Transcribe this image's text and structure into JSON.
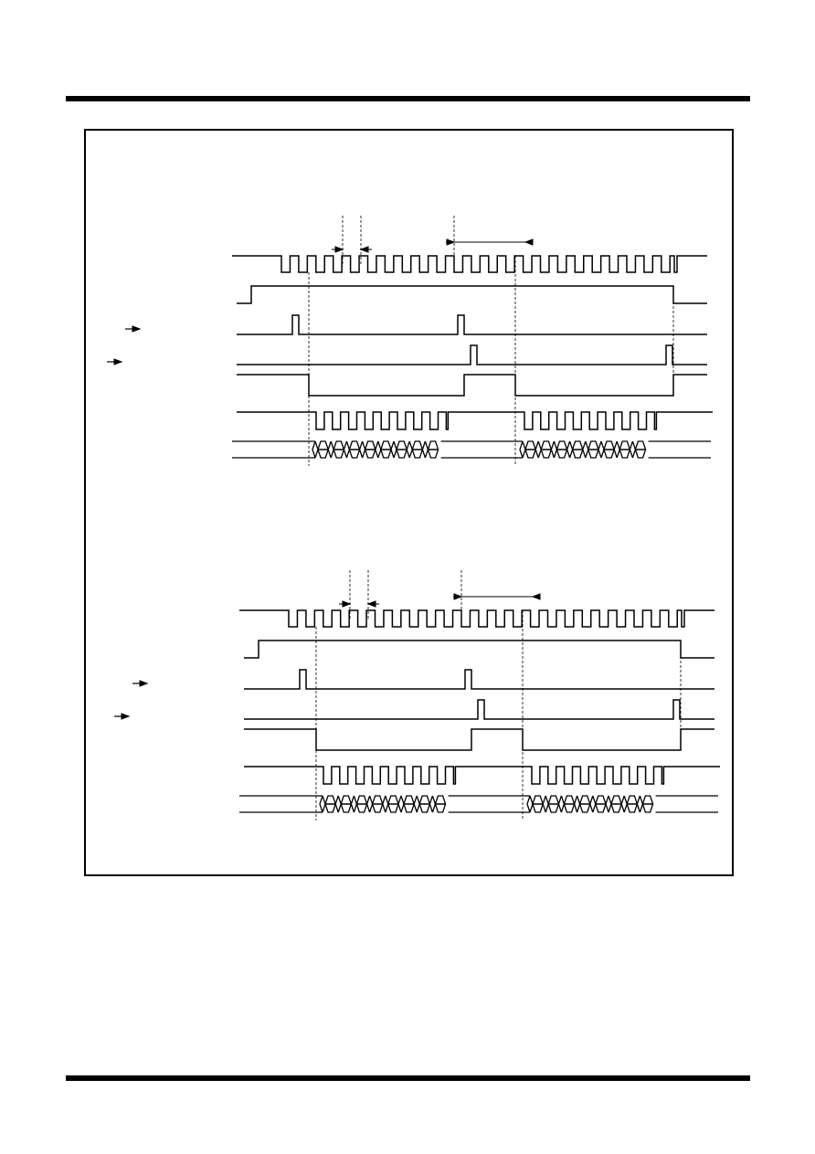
{
  "page": {
    "title": "",
    "header_rule": "header-rule",
    "footer_rule": "footer-rule"
  },
  "colors": {
    "ink": "#000000",
    "paper": "#ffffff"
  },
  "diagrams": [
    {
      "name": "timing-diagram-1",
      "signals": [
        "clock",
        "enable",
        "pulse-a",
        "pulse-b",
        "select",
        "burst-clock",
        "data-bus"
      ],
      "labels": []
    },
    {
      "name": "timing-diagram-2",
      "signals": [
        "clock",
        "enable",
        "pulse-a",
        "pulse-b",
        "select",
        "burst-clock",
        "data-bus"
      ],
      "labels": []
    }
  ]
}
